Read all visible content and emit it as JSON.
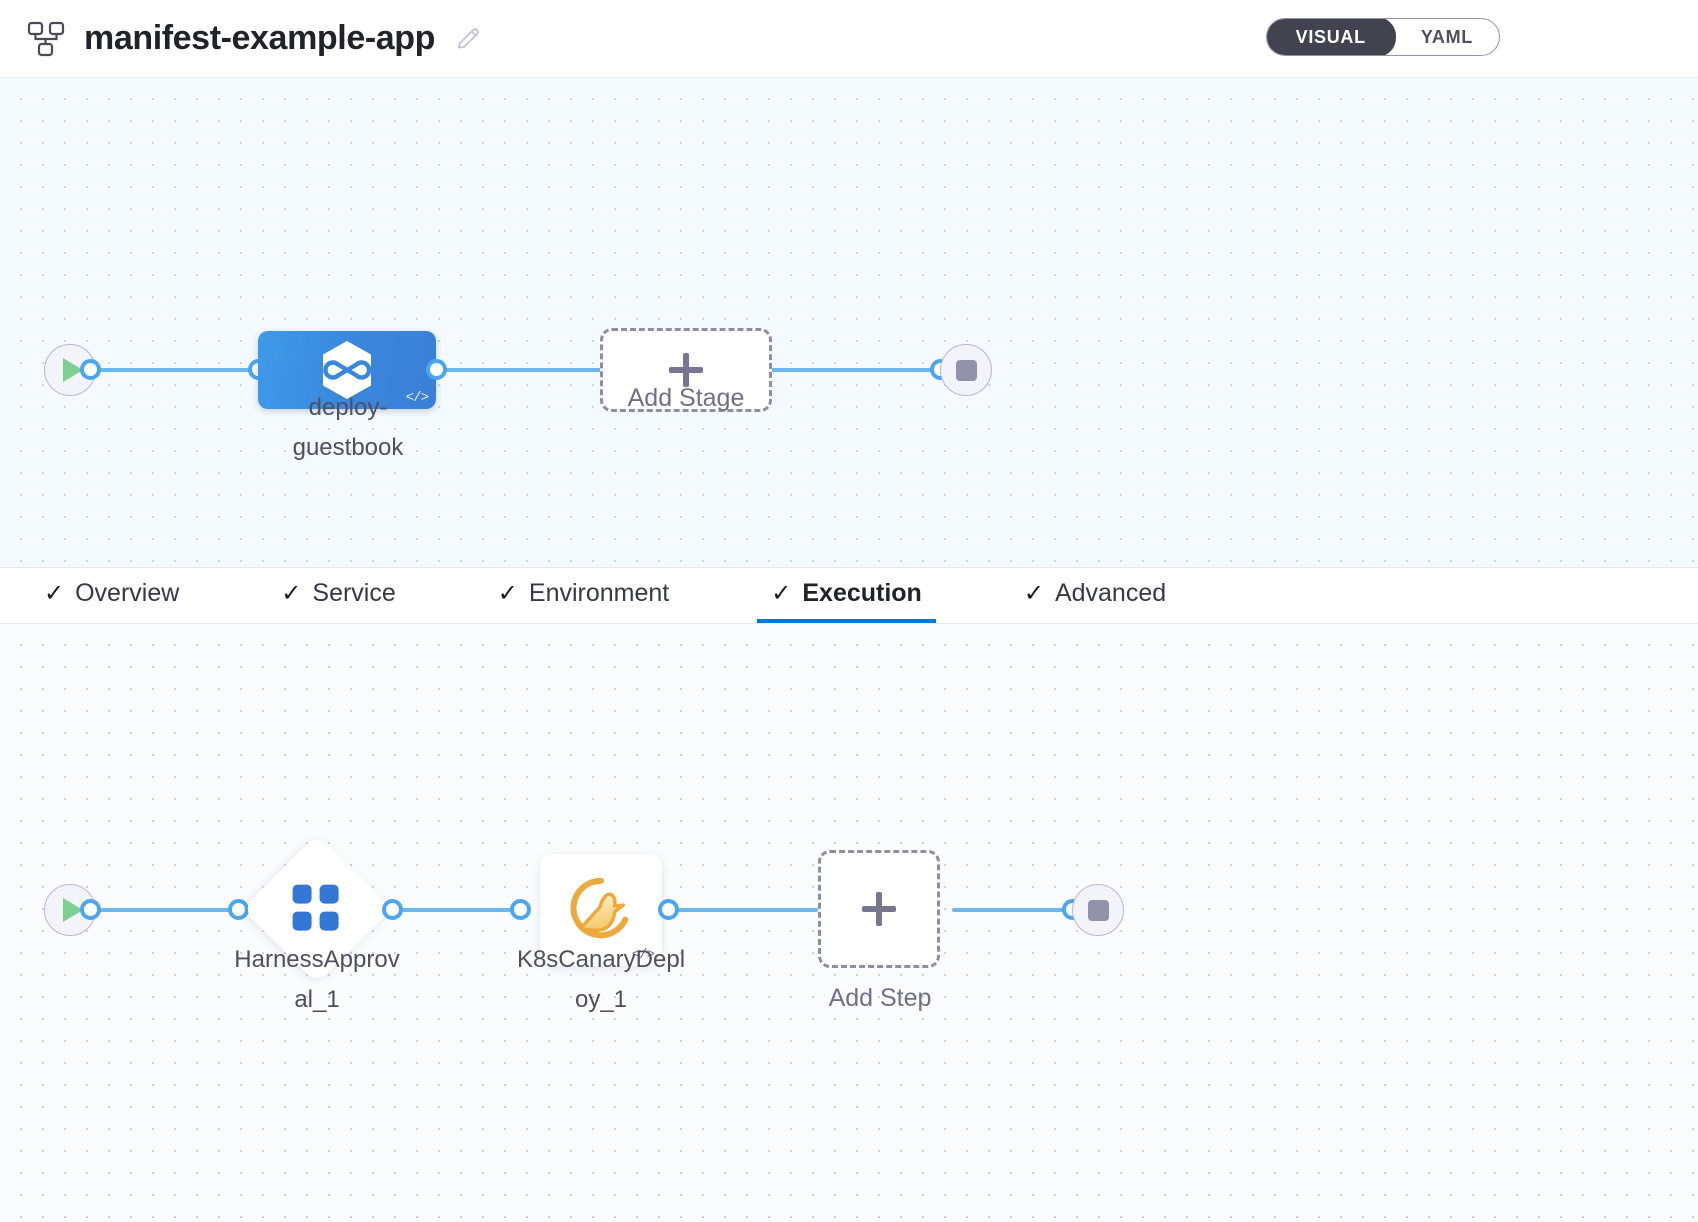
{
  "header": {
    "pipeline_icon": "pipeline-nodes-icon",
    "title": "manifest-example-app",
    "edit_icon": "pencil-edit-icon",
    "mode_toggle": {
      "active": "VISUAL",
      "options": [
        "VISUAL",
        "YAML"
      ]
    }
  },
  "stage_graph": {
    "start_icon": "play-start-icon",
    "end_icon": "stop-end-icon",
    "stage": {
      "label": "deploy-\nguestbook",
      "icon": "harness-cd-hexagon-icon",
      "code_badge": "</>"
    },
    "add_stage": {
      "label": "Add Stage",
      "icon": "plus-icon"
    }
  },
  "tabs": [
    {
      "label": "Overview",
      "check": "✓",
      "active": false
    },
    {
      "label": "Service",
      "check": "✓",
      "active": false
    },
    {
      "label": "Environment",
      "check": "✓",
      "active": false
    },
    {
      "label": "Execution",
      "check": "✓",
      "active": true
    },
    {
      "label": "Advanced",
      "check": "✓",
      "active": false
    }
  ],
  "step_graph": {
    "start_icon": "play-start-icon",
    "end_icon": "stop-end-icon",
    "steps": [
      {
        "label": "HarnessApprov\nal_1",
        "icon": "harness-approval-diamond-icon",
        "shape": "diamond"
      },
      {
        "label": "K8sCanaryDepl\noy_1",
        "icon": "canary-bird-icon",
        "shape": "square",
        "code_badge": "</>"
      }
    ],
    "add_step": {
      "label": "Add Step",
      "icon": "plus-icon"
    }
  },
  "colors": {
    "accent_blue": "#0278d5",
    "edge_blue": "#6bb8f0",
    "stage_blue": "#3a86dd",
    "canary_orange": "#eda93b",
    "approval_blue": "#3577d4",
    "toggle_dark": "#43434f",
    "start_green": "#7ed092"
  }
}
